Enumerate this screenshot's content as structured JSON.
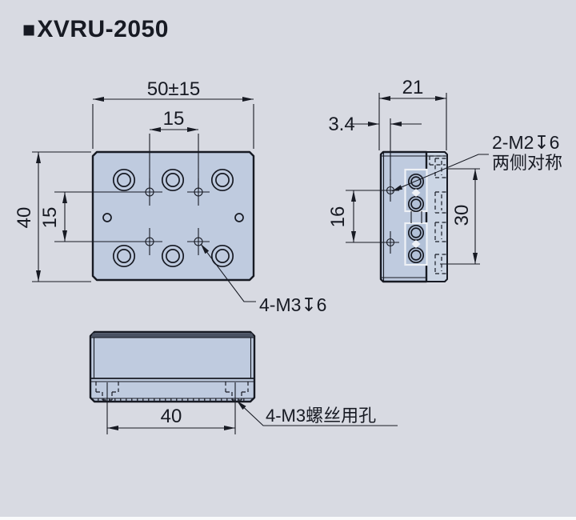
{
  "header": {
    "marker": "■",
    "title": "XVRU-2050"
  },
  "views": {
    "top": {
      "dim_width": "50±15",
      "dim_hole_spacing_x": "15",
      "dim_height": "40",
      "dim_hole_spacing_y": "15",
      "callout_tapped_holes": "4-M3↧6"
    },
    "side": {
      "dim_depth": "21",
      "dim_hole_offset": "3.4",
      "dim_hole_spacing": "16",
      "dim_slot_span": "30",
      "callout_line1": "2-M2↧6",
      "callout_line2": "两侧对称"
    },
    "front": {
      "dim_hole_spacing": "40",
      "callout_screw_holes": "4-M3螺丝用孔"
    }
  },
  "colors": {
    "background": "#d8dae2",
    "plate": "#bfcbdf",
    "plate_light": "#cbd5e4",
    "recess": "#b2c1d8",
    "line": "#171a23",
    "white": "#eef1f6",
    "top_strip": "#4a5263",
    "page_bottom": "#fafbfc"
  }
}
